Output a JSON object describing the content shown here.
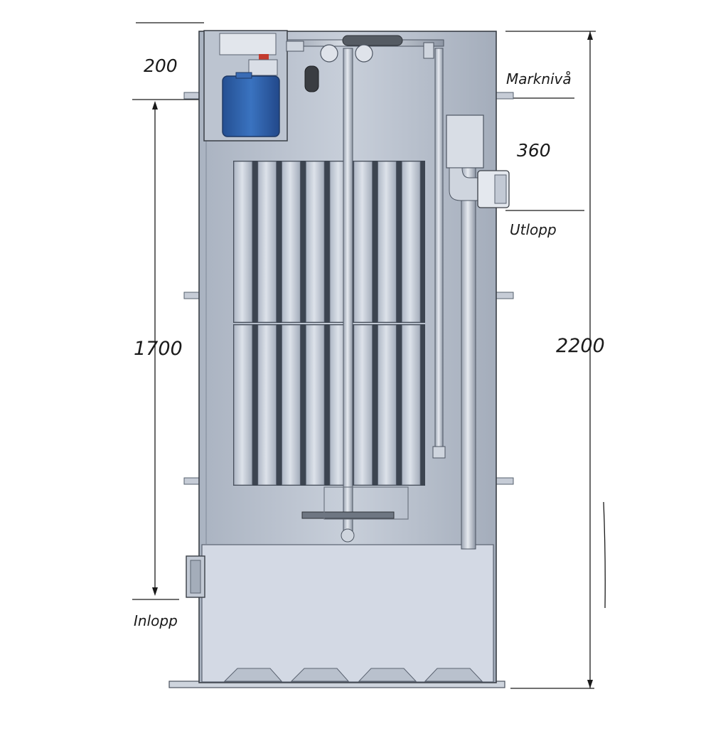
{
  "dimensions": {
    "d200": "200",
    "d360": "360",
    "d1700": "1700",
    "d2200": "2200"
  },
  "labels": {
    "ground_level": "Marknivå",
    "outlet": "Utlopp",
    "inlet": "Inlopp"
  },
  "colors": {
    "tank_body": "#b9c2d0",
    "tank_light": "#d5dbe6",
    "tank_dark": "#8f99a8",
    "module": "#c9d0dc",
    "module_gap": "#3c4450",
    "blue_container": "#2e64b0",
    "outline": "#3a3f46"
  }
}
